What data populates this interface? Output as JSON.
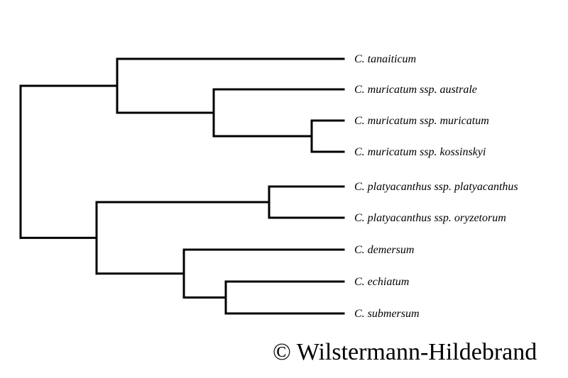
{
  "taxa": [
    "C. tanaiticum",
    "C. muricatum ssp. australe",
    "C. muricatum ssp. muricatum",
    "C. muricatum ssp. kossinskyi",
    "C. platyacanthus ssp. platyacanthus",
    "C. platyacanthus ssp. oryzetorum",
    "C. demersum",
    "C. echiatum",
    "C. submersum"
  ],
  "tree": {
    "children": [
      {
        "children": [
          {
            "taxon": 0
          },
          {
            "children": [
              {
                "taxon": 1
              },
              {
                "children": [
                  {
                    "taxon": 2
                  },
                  {
                    "taxon": 3
                  }
                ]
              }
            ]
          }
        ]
      },
      {
        "children": [
          {
            "children": [
              {
                "taxon": 4
              },
              {
                "taxon": 5
              }
            ]
          },
          {
            "children": [
              {
                "taxon": 6
              },
              {
                "children": [
                  {
                    "taxon": 7
                  },
                  {
                    "taxon": 8
                  }
                ]
              }
            ]
          }
        ]
      }
    ]
  },
  "copyright": "© Wilstermann-Hildebrand",
  "colors": {
    "line": "#000000",
    "text": "#000000",
    "background": "#ffffff"
  }
}
